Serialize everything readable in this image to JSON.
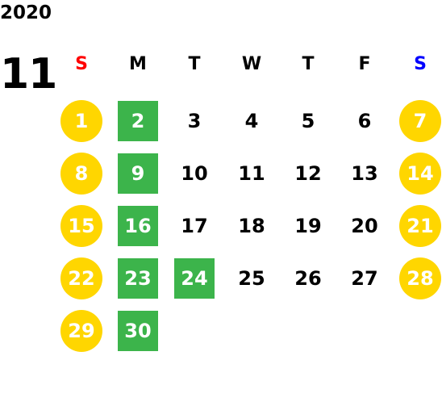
{
  "calendar": {
    "year": "2020",
    "month": "11",
    "weekdays": [
      "S",
      "M",
      "T",
      "W",
      "T",
      "F",
      "S"
    ],
    "weekday_colors": [
      "#ff0000",
      "#000000",
      "#000000",
      "#000000",
      "#000000",
      "#000000",
      "#0000ff"
    ],
    "colors": {
      "holiday_circle": "#ffd600",
      "highlight_square": "#3cb44b",
      "text": "#000000"
    },
    "weeks": [
      [
        {
          "d": "1",
          "s": "circle"
        },
        {
          "d": "2",
          "s": "square"
        },
        {
          "d": "3"
        },
        {
          "d": "4"
        },
        {
          "d": "5"
        },
        {
          "d": "6"
        },
        {
          "d": "7",
          "s": "circle"
        }
      ],
      [
        {
          "d": "8",
          "s": "circle"
        },
        {
          "d": "9",
          "s": "square"
        },
        {
          "d": "10"
        },
        {
          "d": "11"
        },
        {
          "d": "12"
        },
        {
          "d": "13"
        },
        {
          "d": "14",
          "s": "circle"
        }
      ],
      [
        {
          "d": "15",
          "s": "circle"
        },
        {
          "d": "16",
          "s": "square"
        },
        {
          "d": "17"
        },
        {
          "d": "18"
        },
        {
          "d": "19"
        },
        {
          "d": "20"
        },
        {
          "d": "21",
          "s": "circle"
        }
      ],
      [
        {
          "d": "22",
          "s": "circle"
        },
        {
          "d": "23",
          "s": "square"
        },
        {
          "d": "24",
          "s": "square"
        },
        {
          "d": "25"
        },
        {
          "d": "26"
        },
        {
          "d": "27"
        },
        {
          "d": "28",
          "s": "circle"
        }
      ],
      [
        {
          "d": "29",
          "s": "circle"
        },
        {
          "d": "30",
          "s": "square"
        }
      ]
    ]
  }
}
